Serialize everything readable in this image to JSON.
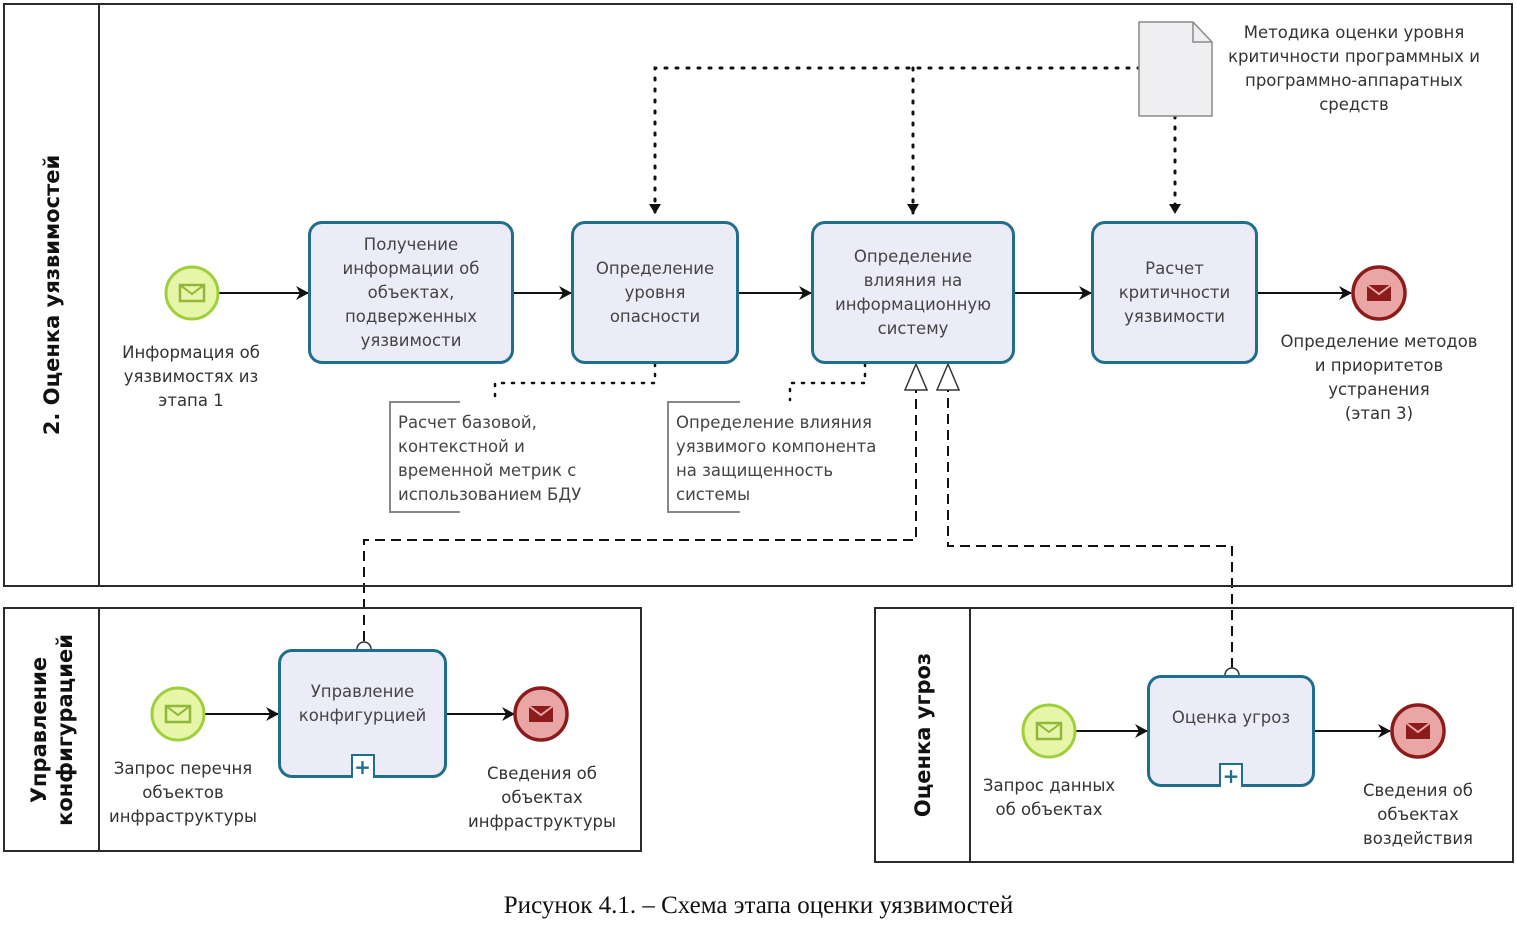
{
  "caption": "Рисунок 4.1. – Схема этапа оценки уязвимостей",
  "colors": {
    "task_border": "#1f6e8c",
    "task_fill": "#ececf8",
    "start_event_fill": "#e6f5a8",
    "start_event_stroke": "#9fcf3a",
    "end_event_fill": "#eaa5a5",
    "end_event_stroke": "#8c1c1c"
  },
  "pools": {
    "main": {
      "title": "2. Оценка уязвимостей",
      "start_event": {
        "label": "Информация об\nуязвимостях из\nэтапа 1",
        "icon": "envelope-icon"
      },
      "tasks": [
        {
          "label": "Получение информации об объектах, подверженных уязвимости"
        },
        {
          "label": "Определение уровня опасности"
        },
        {
          "label": "Определение влияния на информационную систему"
        },
        {
          "label": "Расчет критичности уязвимости"
        }
      ],
      "end_event": {
        "label": "Определение методов\nи приоритетов\nустранения\n(этап 3)",
        "icon": "envelope-icon"
      },
      "data_object": {
        "label": "Методика оценки уровня\nкритичности программных и\nпрограммно-аппаратных\nсредств",
        "icon": "document-icon"
      },
      "annotations": [
        {
          "text": "Расчет базовой,\nконтекстной и\nвременной метрик с\nиспользованием БДУ"
        },
        {
          "text": "Определение влияния\nуязвимого компонента\nна защищенность\nсистемы"
        }
      ]
    },
    "config": {
      "title": "Управление\nконфигурацией",
      "start_event": {
        "label": "Запрос перечня\nобъектов\nинфраструктуры"
      },
      "task": {
        "label": "Управление конфигурцией",
        "marker": "plus-icon"
      },
      "end_event": {
        "label": "Сведения об\nобъектах\nинфраструктуры"
      }
    },
    "threats": {
      "title": "Оценка угроз",
      "start_event": {
        "label": "Запрос данных\nоб объектах"
      },
      "task": {
        "label": "Оценка угроз",
        "marker": "plus-icon"
      },
      "end_event": {
        "label": "Сведения об\nобъектах\nвоздействия"
      }
    }
  }
}
